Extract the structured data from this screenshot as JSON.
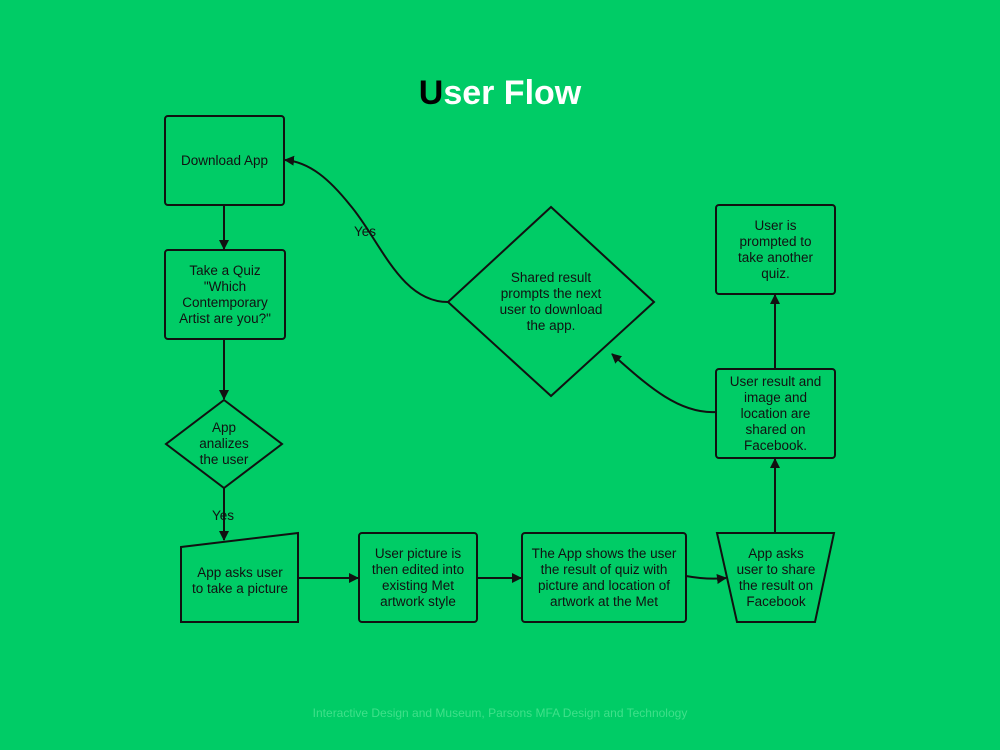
{
  "slide": {
    "title_first": "U",
    "title_rest": "ser Flow",
    "footer": "Interactive Design and Museum, Parsons MFA Design and Technology",
    "background_color": "#00cc66",
    "line_color": "#111111"
  },
  "nodes": {
    "download": "Download App",
    "quiz": "Take a Quiz \"Which Contemporary Artist are you?\"",
    "analyze": "App analizes the user",
    "picture": "App asks user to take a picture",
    "edited": "User picture is then edited into existing Met artwork style",
    "shows": "The App shows the user the result of quiz with picture and location of artwork at the Met",
    "share": "App asks user to share the result on Facebook",
    "shared": "User result and image and location are shared on Facebook.",
    "prompted": "User is prompted to take another quiz.",
    "next_user": "Shared result prompts the next user to download the app."
  },
  "edge_labels": {
    "yes_analyze": "Yes",
    "yes_download": "Yes"
  }
}
